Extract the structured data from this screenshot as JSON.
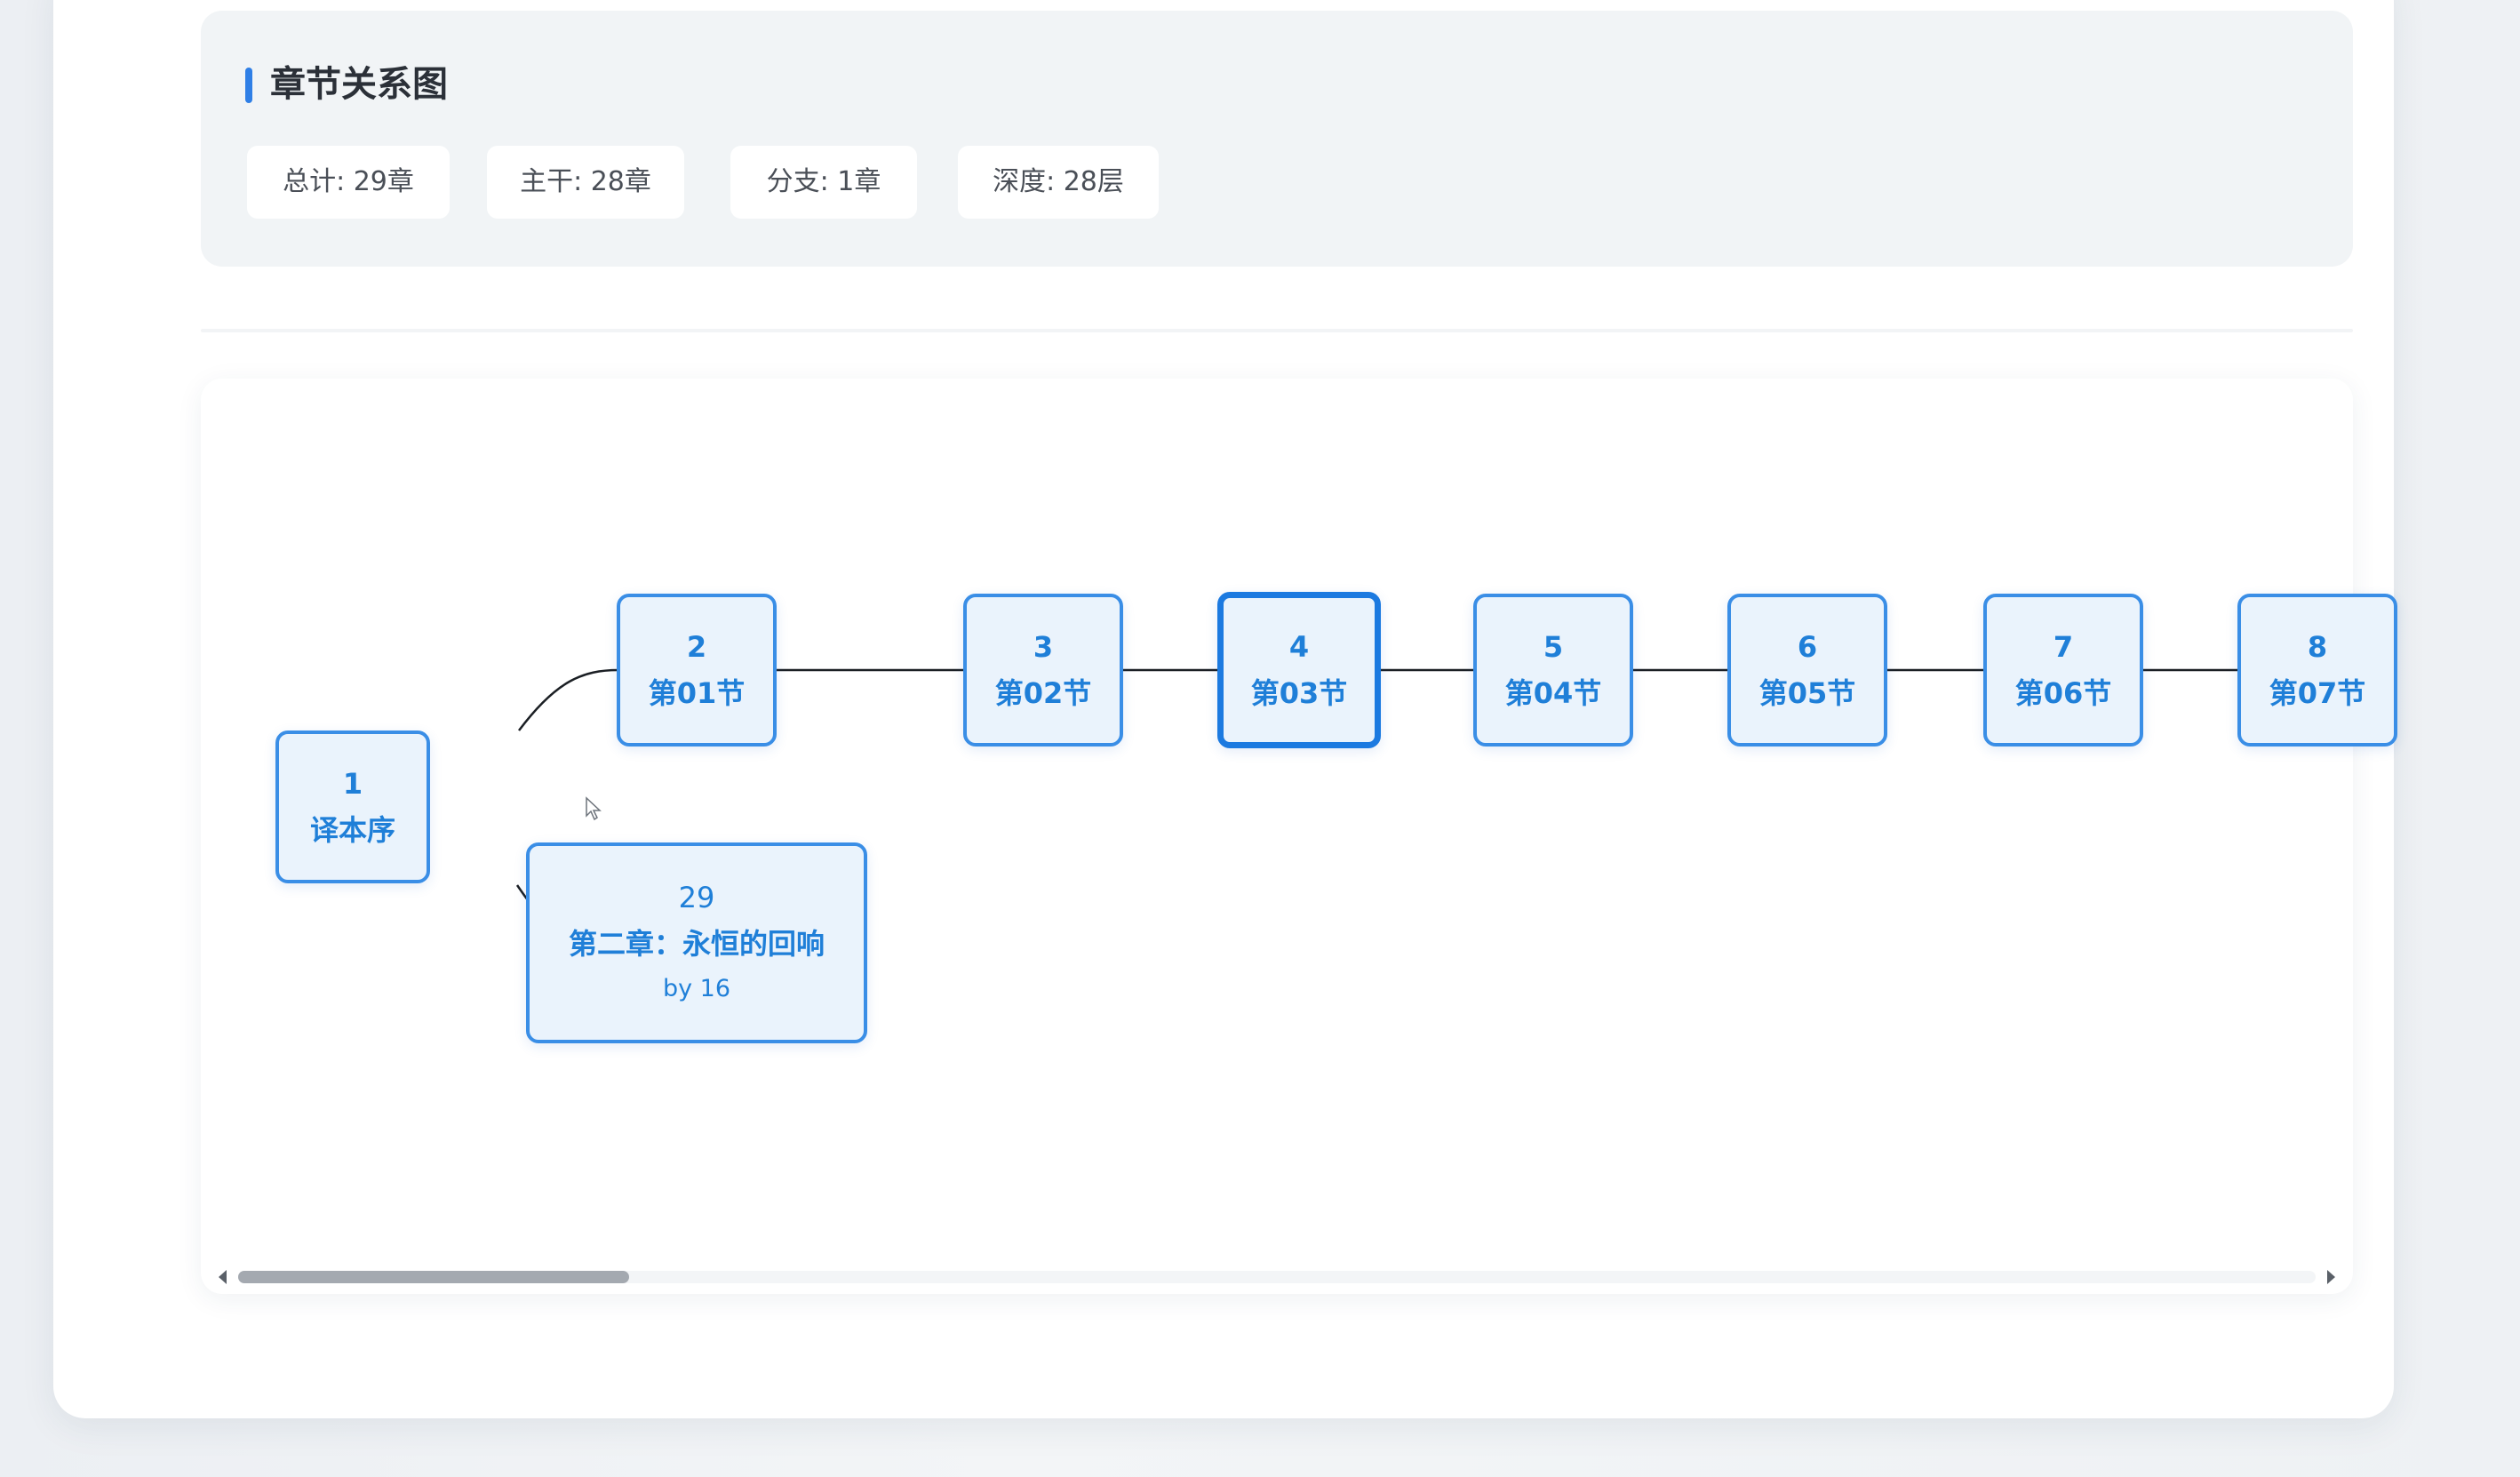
{
  "header": {
    "title": "章节关系图",
    "stats": [
      {
        "label": "总计: 29章"
      },
      {
        "label": "主干: 28章"
      },
      {
        "label": "分支: 1章"
      },
      {
        "label": "深度: 28层"
      }
    ]
  },
  "graph": {
    "nodes": [
      {
        "num": "1",
        "label": "译本序"
      },
      {
        "num": "2",
        "label": "第01节"
      },
      {
        "num": "3",
        "label": "第02节"
      },
      {
        "num": "4",
        "label": "第03节",
        "selected": true
      },
      {
        "num": "5",
        "label": "第04节"
      },
      {
        "num": "6",
        "label": "第05节"
      },
      {
        "num": "7",
        "label": "第06节"
      },
      {
        "num": "8",
        "label": "第07节"
      },
      {
        "num": "29",
        "label": "第二章：永恒的回响",
        "by": "by 16"
      }
    ]
  },
  "colors": {
    "accent": "#2f7fe6",
    "node_border": "#3a8ee6",
    "node_fill": "#eaf3fc",
    "node_text": "#1f7fd8"
  }
}
